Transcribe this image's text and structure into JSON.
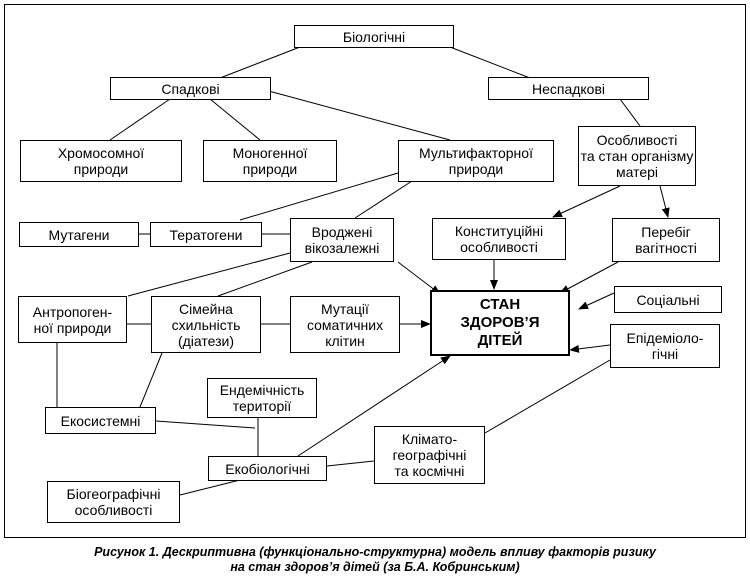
{
  "diagram": {
    "nodes": {
      "biological": "Біологічні",
      "hereditary": "Спадкові",
      "nonhereditary": "Неспадкові",
      "chromosomal": "Хромосомної\nприроди",
      "monogenic": "Моногенної\nприроди",
      "multifactorial": "Мультифакторної\nприроди",
      "maternal": "Особливості\nта стан організму\nматері",
      "mutagens": "Мутагени",
      "teratogens": "Тератогени",
      "congenital": "Вроджені\nвікозалежні",
      "constitutional": "Конституційні\nособливості",
      "pregnancy": "Перебіг\nвагітності",
      "anthropogenic": "Антропоген-\nної природи",
      "family": "Сімейна\nсхильність\n(діатези)",
      "somatic": "Мутації\nсоматичних\nклітин",
      "health": "СТАН\nЗДОРОВ’Я\nДІТЕЙ",
      "social": "Соціальні",
      "epidemiological": "Епідеміоло-\nгічні",
      "endemic": "Ендемічність\nтериторії",
      "ecosystem": "Екосистемні",
      "climatic": "Клімато-\nгеографічні\nта космічні",
      "ecobiological": "Екобіологічні",
      "biogeographic": "Біогеографічні\nособливості"
    }
  },
  "caption": {
    "line1": "Рисунок 1. Дескриптивна (функціонально-структурна) модель впливу факторів ризику",
    "line2": "на стан здоров’я дітей (за Б.А. Кобринським)"
  }
}
